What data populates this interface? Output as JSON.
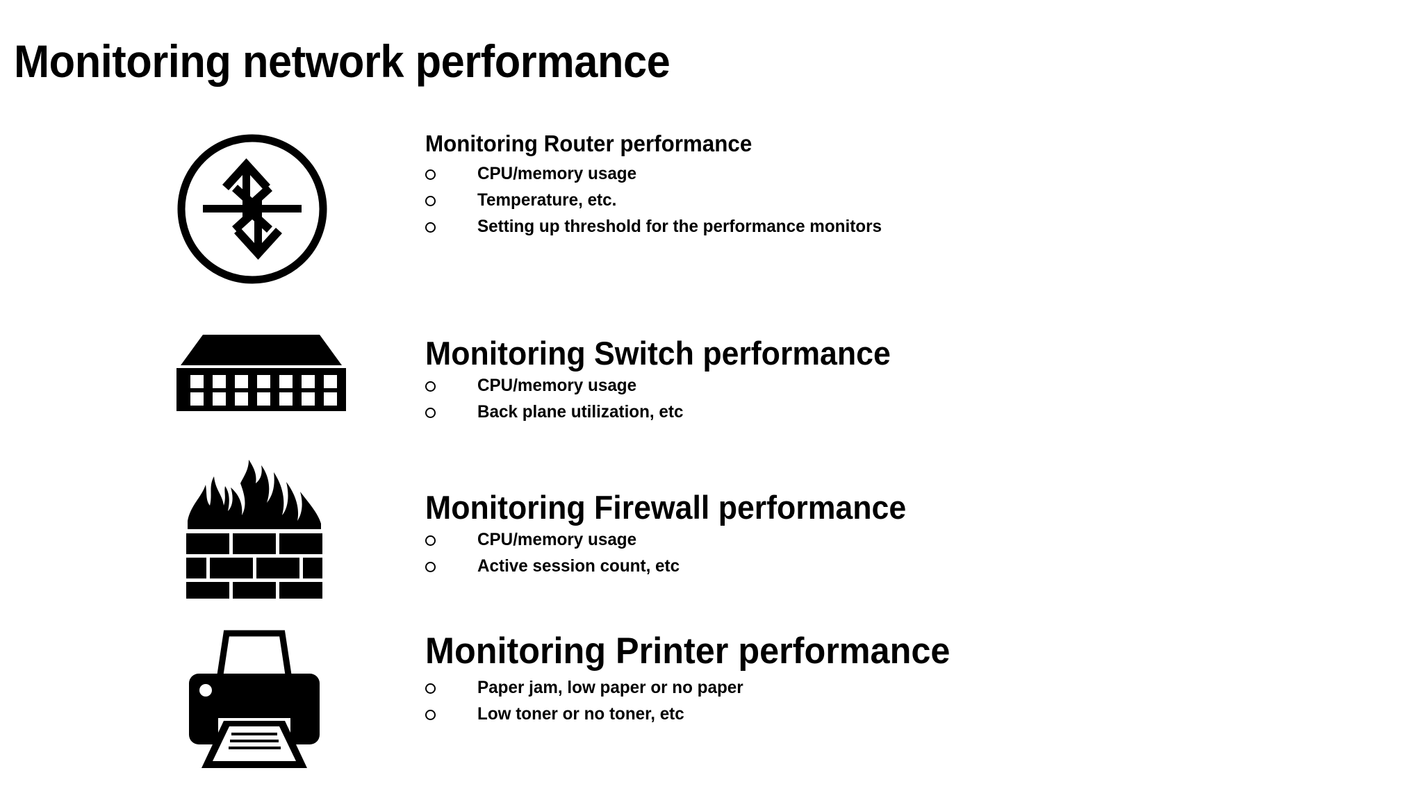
{
  "slide": {
    "title": "Monitoring network performance",
    "background_color": "#ffffff",
    "text_color": "#000000"
  },
  "sections": [
    {
      "id": "router",
      "icon_name": "router-icon",
      "heading": "Monitoring Router performance",
      "bullets": [
        "CPU/memory usage",
        "Temperature, etc.",
        "Setting up threshold for the performance monitors"
      ]
    },
    {
      "id": "switch",
      "icon_name": "switch-icon",
      "heading": "Monitoring Switch performance",
      "bullets": [
        "CPU/memory usage",
        "Back plane utilization, etc"
      ]
    },
    {
      "id": "firewall",
      "icon_name": "firewall-icon",
      "heading": "Monitoring Firewall performance",
      "bullets": [
        "CPU/memory usage",
        "Active session count, etc"
      ]
    },
    {
      "id": "printer",
      "icon_name": "printer-icon",
      "heading": "Monitoring Printer performance",
      "bullets": [
        "Paper jam, low paper or no paper",
        "Low toner or no toner, etc"
      ]
    }
  ],
  "bullet_marker": "o"
}
